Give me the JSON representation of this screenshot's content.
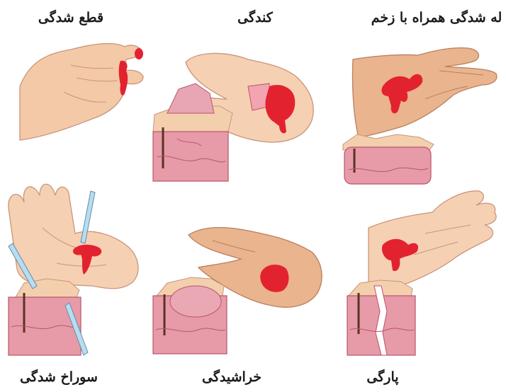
{
  "labels": {
    "top_left": "قطع شدگی",
    "top_center": "کندگی",
    "top_right": "له شدگی همراه با زخم",
    "bottom_left": "سوراخ شدگی",
    "bottom_center": "خراشیدگی",
    "bottom_right": "پارگی"
  },
  "colors": {
    "skin": "#f3c9a8",
    "skin_dark": "#d99a73",
    "tissue": "#e79aa8",
    "tissue_dark": "#b8566a",
    "blood": "#e3222f",
    "instrument": "#b9dcee"
  }
}
